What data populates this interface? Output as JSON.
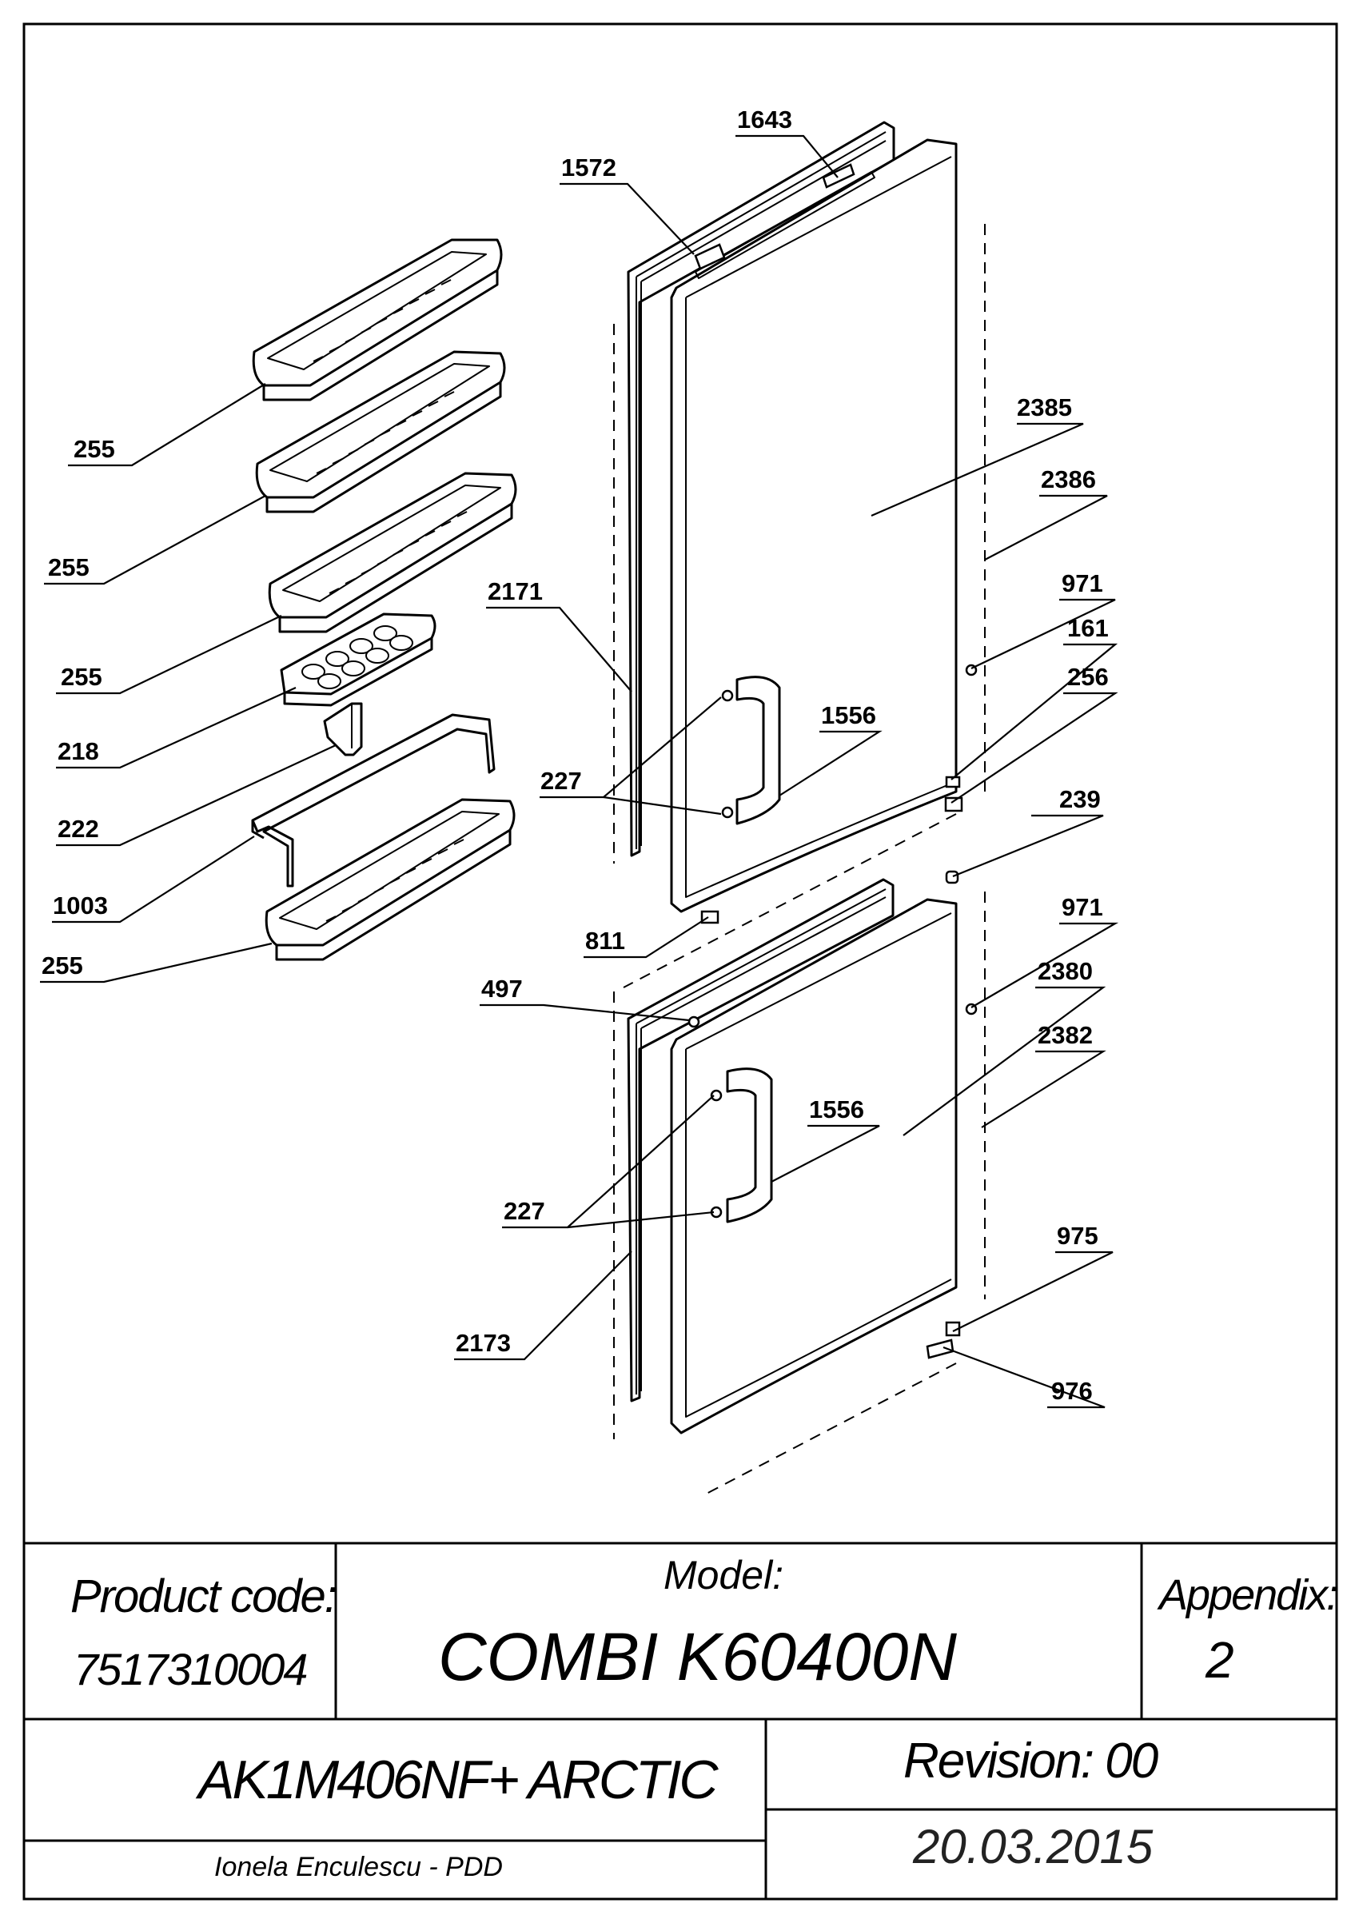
{
  "part_labels": {
    "p1643": "1643",
    "p1572": "1572",
    "p2385": "2385",
    "p2386": "2386",
    "p2171": "2171",
    "p971a": "971",
    "p161": "161",
    "p256": "256",
    "p1556a": "1556",
    "p227a": "227",
    "p239": "239",
    "p811": "811",
    "p497": "497",
    "p971b": "971",
    "p2380": "2380",
    "p2382": "2382",
    "p1556b": "1556",
    "p227b": "227",
    "p975": "975",
    "p2173": "2173",
    "p976": "976",
    "p255a": "255",
    "p255b": "255",
    "p255c": "255",
    "p218": "218",
    "p222": "222",
    "p1003": "1003",
    "p255d": "255"
  },
  "title_block": {
    "product_code_label": "Product code:",
    "product_code_value": "7517310004",
    "model_label": "Model:",
    "model_value": "COMBI K60400N",
    "appendix_label": "Appendix:",
    "appendix_value": "2",
    "product_name": "AK1M406NF+ ARCTIC",
    "revision": "Revision: 00",
    "author": "Ionela Enculescu - PDD",
    "date": "20.03.2015"
  }
}
